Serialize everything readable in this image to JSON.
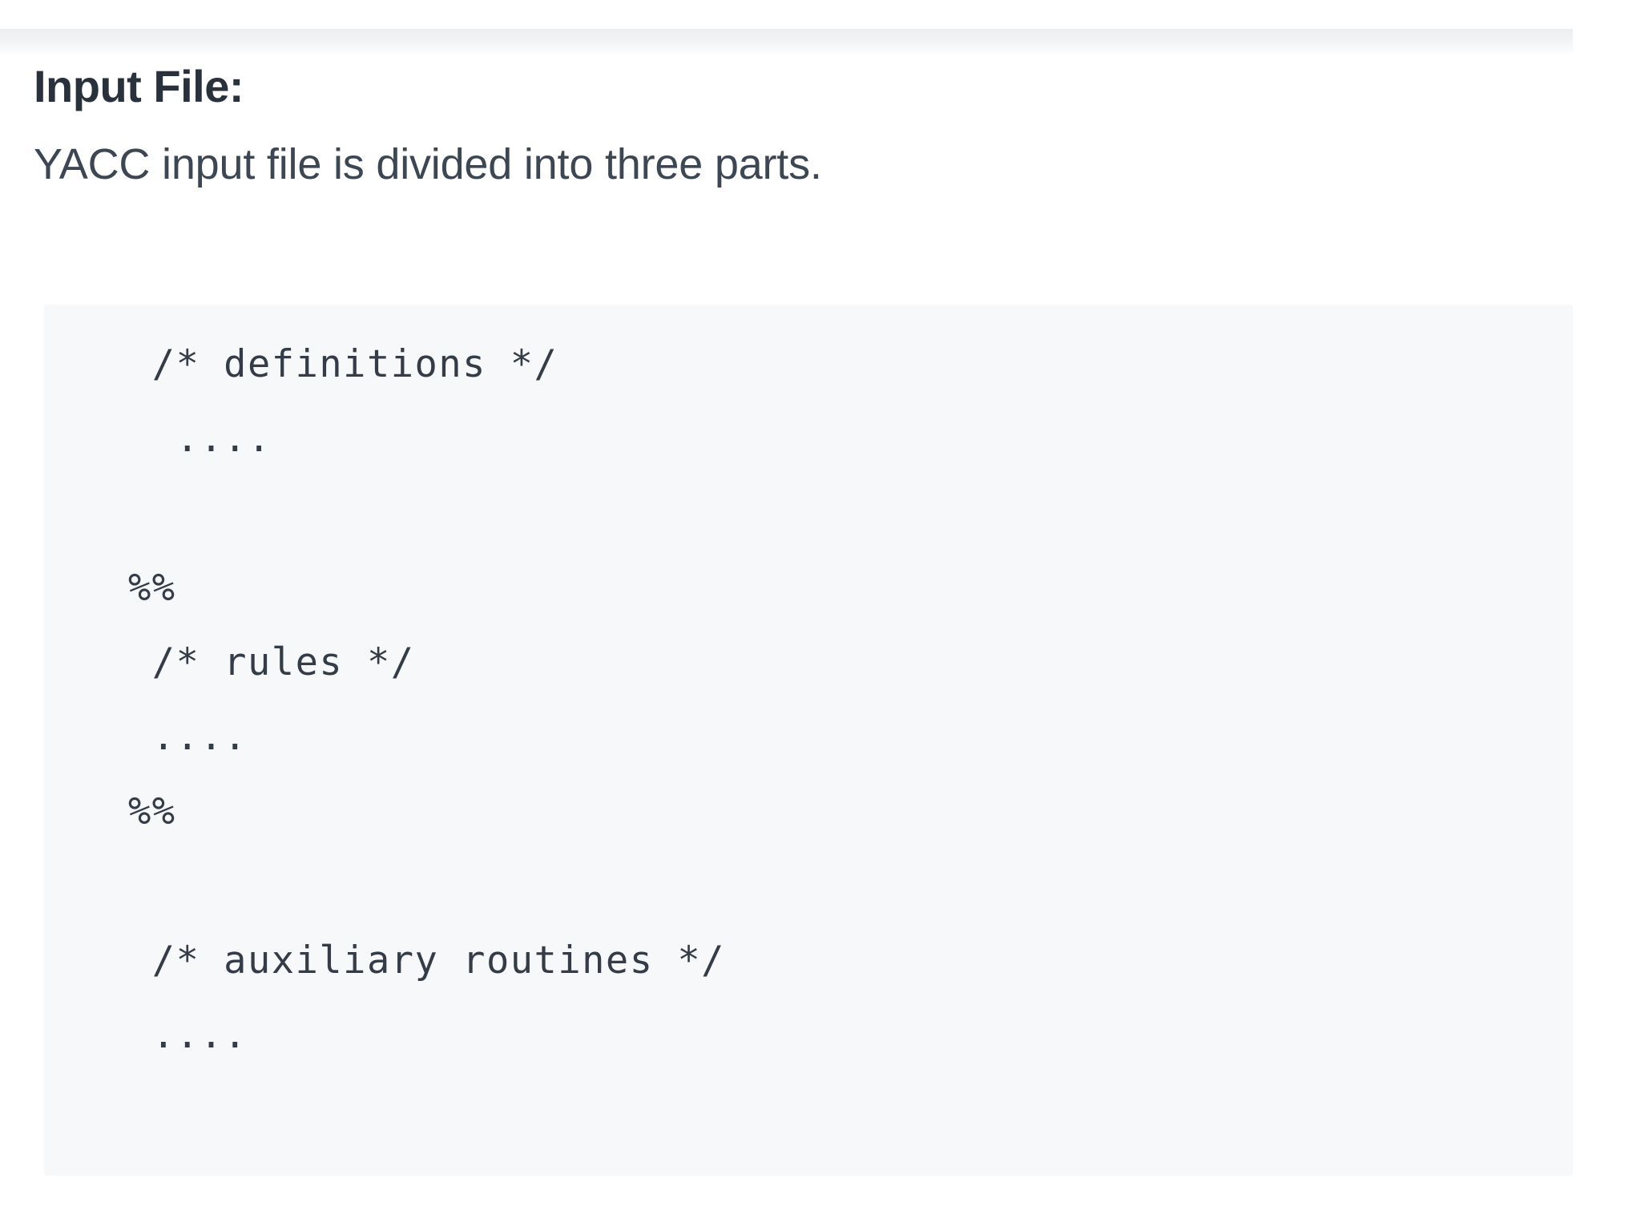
{
  "heading": "Input File:",
  "subheading": "YACC input file is divided into three parts.",
  "code_block": {
    "language": "yacc",
    "background_color": "#f7f8fa",
    "text_color": "#343c47",
    "lines": [
      " /* definitions */",
      "  ....",
      "",
      "%%",
      " /* rules */",
      " ....",
      "%%",
      "",
      " /* auxiliary routines */",
      " ...."
    ],
    "content": " /* definitions */\n  ....\n\n%%\n /* rules */\n ....\n%%\n\n /* auxiliary routines */\n ...."
  },
  "colors": {
    "heading": "#29313c",
    "subheading": "#3d4753",
    "page_background": "#ffffff",
    "band": "#eceef1"
  }
}
